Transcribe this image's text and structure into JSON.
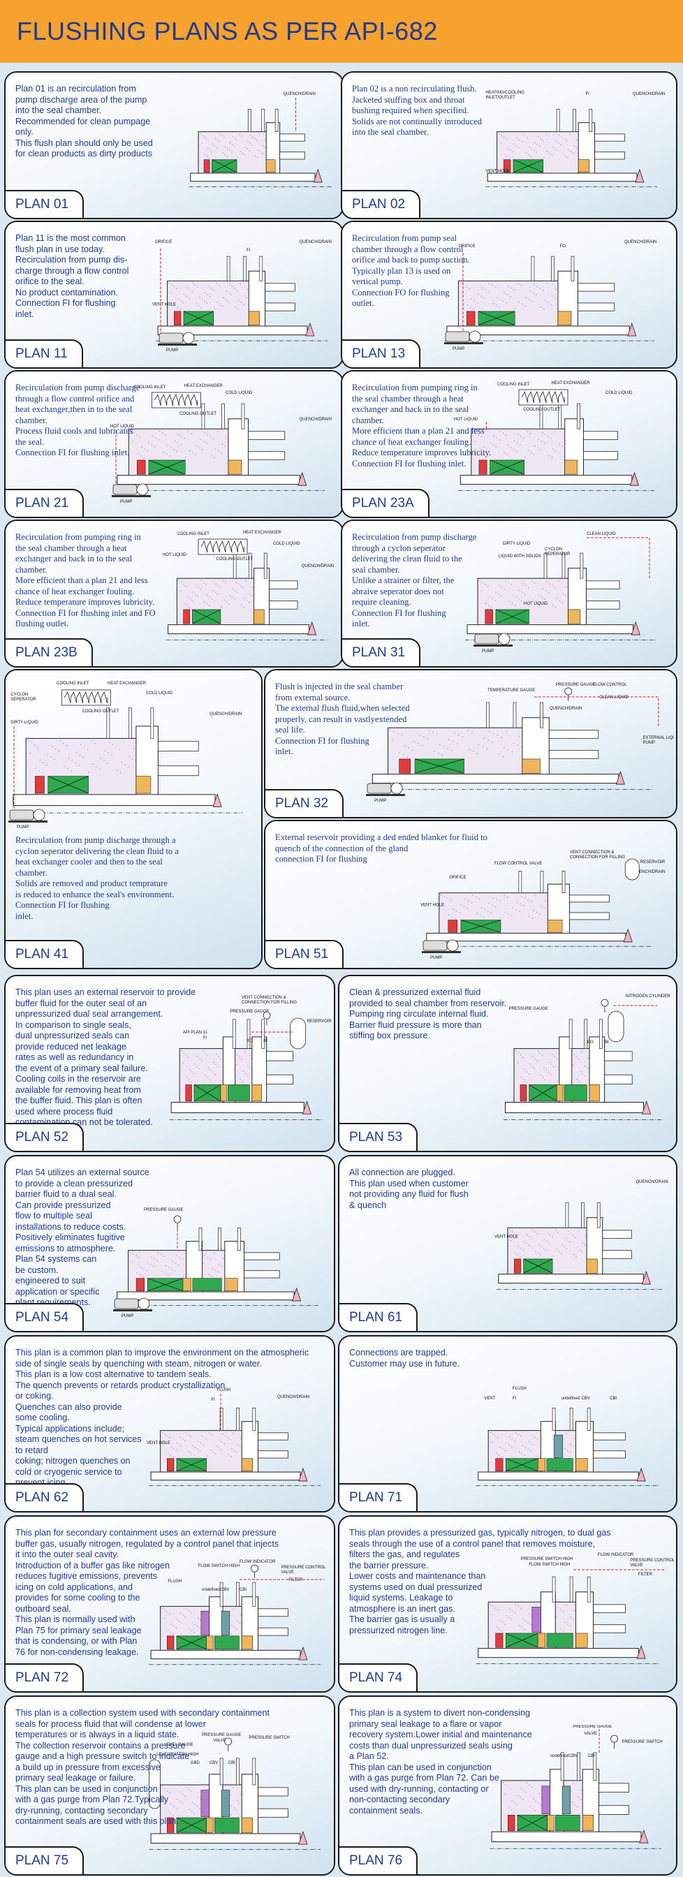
{
  "title": "FLUSHING PLANS AS PER API-682",
  "diagram_labels": {
    "quench_drain": "QUENCH/DRAIN",
    "heating_cooling": "HEATING/COOLING\nINLET/OUTLET",
    "vent_hole": "VENT HOLE",
    "orifice": "ORIFICE",
    "pump": "PUMP",
    "cooling_inlet": "COOLING INLET",
    "heat_exchanger": "HEAT EXCHANGER",
    "cold_liquid": "COLD LIQUID",
    "cooling_outlet": "COOLING OUTLET",
    "hot_liquid": "HOT LIQUID",
    "clean_liquid": "CLEAN LIQUID",
    "dirty_liquid": "DIRTY LIQUID",
    "cyclone_separator": "CYCLON\nSEPERATOR",
    "liquid_with_solids": "LIQUID WITH SOLIDS",
    "pressure_gauge": "PRESSURE GAUGE",
    "temperature_gauge": "TEMPERATURE GAUGE",
    "flow_control": "FLOW CONTROL",
    "external_liquid_pump": "EXTERNAL LIQUID\nPUMP",
    "vent_connection": "VENT CONNECTION &\nCONNECTION FOR FILLING",
    "reservoir": "RESERVOIR",
    "flow_control_valve": "FLOW CONTROL VALVE",
    "api_plan_11": "API PLAN 11",
    "nitrogen_cylinder": "NITROGEN CYLINDER",
    "flush": "FLUSH",
    "vent": "VENT",
    "flow_indicator": "FLOW INDICATOR",
    "flow_switch_high": "FLOW SWITCH HIGH",
    "pressure_control_valve": "PRESSURE CONTROL\nVALVE",
    "filter": "FILTER",
    "pressure_switch_high": "PRESSURE SWITCH HIGH",
    "level_gauge": "LEVEL GAUGE",
    "level_switch_high": "LEVEL SWITCH HIGH",
    "valve": "VALVE",
    "pressure_switch": "PRESSURE SWITCH",
    "port_fi": "FI",
    "port_fo": "FO",
    "port_bi": "BI",
    "port_bo": "BO",
    "port_gbd": "GBD",
    "port_cbv": "CBV",
    "port_cbi": "CBI"
  },
  "plans": [
    {
      "label": "PLAN 01",
      "desc": "Plan 01 is an recirculation from\npump discharge area of the pump\ninto the seal chamber.\nRecommended for clean pumpage\nonly.\nThis flush plan should only be used\nfor clean products as dirty products"
    },
    {
      "label": "PLAN 02",
      "desc": "Plan 02 is a non recirculating flush.\nJacketed stuffing box and throat\nbushing required when specified.\nSolids are not continually introduced\ninto the seal chamber."
    },
    {
      "label": "PLAN 11",
      "desc": "Plan 11 is the most common\nflush plan in use today.\nRecirculation from pump dis-\ncharge through a flow control\norifice to the seal.\nNo product contamination.\nConnection FI for flushing\ninlet."
    },
    {
      "label": "PLAN 13",
      "desc": "Recirculation from pump seal\nchamber through a flow control\norifice and back to pump suction.\nTypically plan 13 is used on\nvertical pump.\nConnection FO for flushing\noutlet."
    },
    {
      "label": "PLAN 21",
      "desc": "Recirculation from pump discharge\nthrough a flow control orifice and\nheat exchanger,then in to the seal\nchamber.\nProcess fluid cools and lubricates\nthe seal.\nConnection FI for flushing inlet."
    },
    {
      "label": "PLAN 23A",
      "desc": "Recirculation from pumping ring in\nthe seal chamber through a heat\nexchanger and back in to the seal\nchamber.\nMore efficient than a plan 21 and less\nchance of heat exchanger fouling.\nReduce temperature improves lubricity.\nConnection FI for flushing inlet."
    },
    {
      "label": "PLAN 23B",
      "desc": "Recirculation from pumping ring in\nthe seal chamber through a heat\nexchanger and back in to the seal\nchamber.\nMore efficient than a plan 21 and less\nchance of heat exchanger fouling.\nReduce temperature improves lubricity.\nConnection FI for flushing inlet and FO\nflushing outlet."
    },
    {
      "label": "PLAN 31",
      "desc": "Recirculation from pump discharge\nthrough a cyclon seperator\ndelivering the clean fluid to the\nseal chamber.\nUnlike a strainer or filter, the\nabraive seperator does not\nrequire cleaning.\nConnection FI for flushing\ninlet."
    },
    {
      "label": "PLAN 41",
      "desc": "Recirculation from pump discharge through a\ncyclon seperator delivering the clean fluid to a\nheat exchanger cooler and then to the seal\nchamber.\nSolids are removed and product temprature\nis reduced to enhance the seal's environment.\nConnection FI for flushing\ninlet."
    },
    {
      "label": "PLAN 32",
      "desc": "Flush is injected in the seal chamber\nfrom external source.\nThe external flush fluid,when selected\nproperly, can result in vastlyextended\nseal life.\nConnection FI for flushing\ninlet."
    },
    {
      "label": "PLAN 51",
      "desc": "External reservoir providing a ded ended blanket for fluid to\nquench of the connection of the gland\nconnection FI for flushing"
    },
    {
      "label": "PLAN 52",
      "desc": "This plan uses an external reservoir to provide\nbuffer fluid for the outer seal of an\nunpressurized dual seal arrangement.\nIn comparison to single seals,\ndual unpressurized seals can\nprovide reduced net leakage\nrates as well as redundancy in\nthe event of a primary seal failure.\nCooling coils in the reservoir are\navailable for removing heat from\nthe buffer fluid. This plan is often\nused where process fluid\ncontamination can not be tolerated."
    },
    {
      "label": "PLAN 53",
      "desc": "Clean & pressurized external fluid\nprovided to seal chamber from reservoir.\nPumping ring circulate internal fluid.\nBarrier fluid pressure is more than\nstiffing box pressure."
    },
    {
      "label": "PLAN 54",
      "desc": "Plan 54 utilizes an external source\nto provide a clean pressurized\nbarrier fluid to a dual seal.\nCan provide pressurized\nflow to multiple seal\ninstallations to reduce costs.\nPositively eliminates fugitive\nemissions to atmosphere.\nPlan 54 systems can\nbe custom.\nengineered to suit\napplication or specific\nplant requirements."
    },
    {
      "label": "PLAN 61",
      "desc": "All connection are plugged.\nThis plan used when customer\nnot providing any fluid for flush\n& quench"
    },
    {
      "label": "PLAN 62",
      "desc": "This plan is a common plan to improve the environment on the atmospheric\nside of single seals by quenching with steam, nitrogen or water.\nThis plan is a low cost alternative to tandem seals.\nThe quench prevents or retards product crystallization\nor coking.\nQuenches can also provide\nsome cooling.\nTypical applications include;\nsteam quenches on hot services\nto retard\ncoking; nitrogen quenches on\ncold or cryogenic service to\nprevent icing."
    },
    {
      "label": "PLAN 71",
      "desc": "Connections are trapped.\nCustomer may use  in future."
    },
    {
      "label": "PLAN 72",
      "desc": "This plan  for secondary containment uses an external low pressure\nbuffer gas, usually nitrogen, regulated by a control panel that injects\nit into the outer seal cavity.\nIntroduction of a buffer gas like nitrogen\nreduces fugitive emissions, prevents\nicing on cold applications, and\nprovides for some cooling to the\noutboard seal.\nThis plan  is normally used with\nPlan 75 for primary seal leakage\nthat is condensing, or with Plan\n76 for non-condensing leakage."
    },
    {
      "label": "PLAN 74",
      "desc": "This plan provides a pressurized gas, typically nitrogen, to dual gas\nseals through the use of a control panel that removes moisture,\nfilters the gas, and regulates\nthe barrier pressure.\nLower costs and maintenance than\nsystems used on dual pressurized\nliquid systems. Leakage to\natmosphere is an inert gas.\nThe barrier gas is usually a\npressurized nitrogen line."
    },
    {
      "label": "PLAN 75",
      "desc": "This plan is a collection system used with secondary containment\nseals for process fluid that will condense at lower\ntemperatures or is always in a liquid state.\nThe collection reservoir contains a pressure\ngauge and a high pressure switch to indicate\na build up in pressure from excessive\nprimary seal leakage or failure.\nThis plan can be used in conjunction\nwith a gas purge from Plan 72.Typically\ndry-running, contacting secondary\ncontainment seals are used with this plan."
    },
    {
      "label": "PLAN 76",
      "desc": "This plan is a system to divert non-condensing\nprimary seal leakage to a flare or vapor\nrecovery system.Lower initial and maintenance\ncosts than dual unpressurized seals using\na Plan 52.\nThis plan can be used in conjunction\nwith a gas purge from Plan 72. Can be\nused with dry-running, contacting or\nnon-contacting secondary\ncontainment seals."
    }
  ],
  "colors": {
    "header": "#f7a12f",
    "title": "#1f3b8f",
    "text": "#1f3b8f",
    "seal_green": "#2fa84f",
    "seal_red": "#e23b3b",
    "pipe_red": "#d9232d",
    "speckle_purple": "#c9a6d8"
  }
}
